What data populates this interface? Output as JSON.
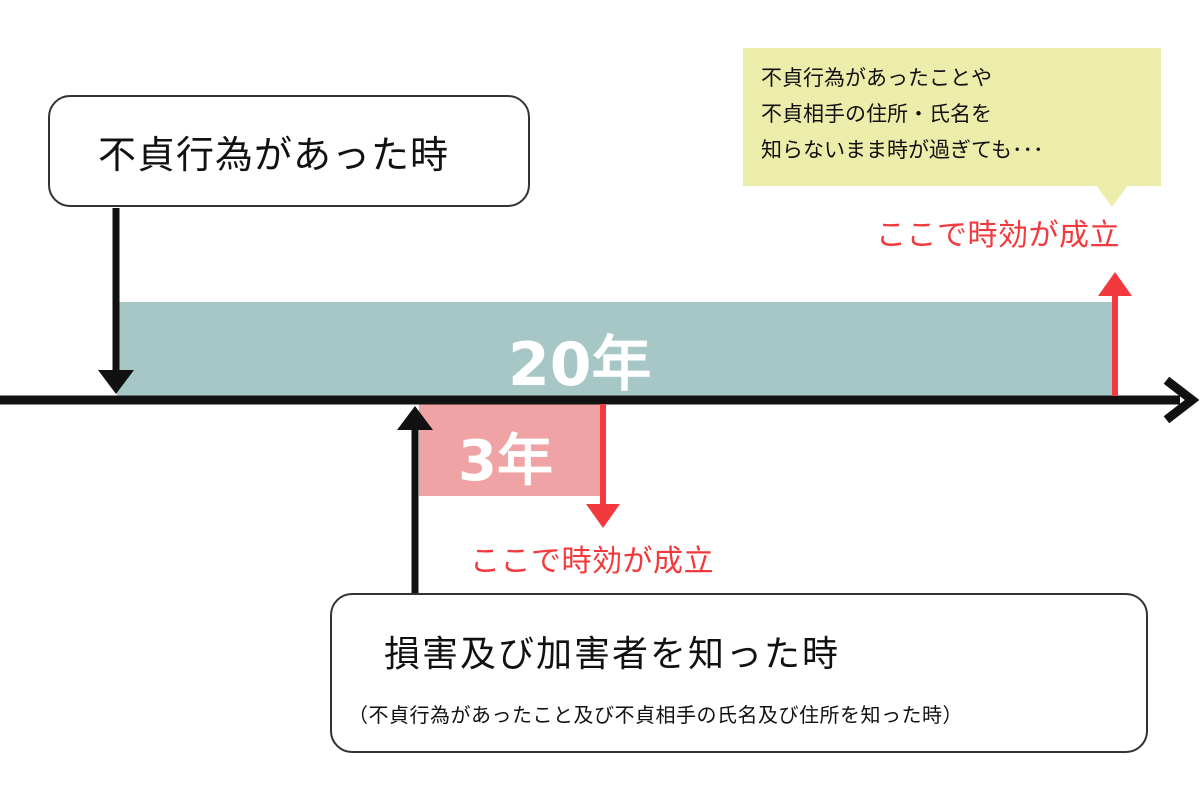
{
  "start_event": {
    "label": "不貞行為があった時"
  },
  "knowledge_event": {
    "label": "損害及び加害者を知った時",
    "detail": "（不貞行為があったこと及び不貞相手の氏名及び住所を知った時）"
  },
  "note": {
    "lines": [
      "不貞行為があったことや",
      "不貞相手の住所・氏名を",
      "知らないまま時が過ぎても･･･"
    ]
  },
  "periods": {
    "long": {
      "label": "20年",
      "result": "ここで時効が成立",
      "years": 20
    },
    "short": {
      "label": "3年",
      "result": "ここで時効が成立",
      "years": 3
    }
  },
  "colors": {
    "long_period_bar": "#a7c7c7",
    "short_period_bar": "#f0a3a4",
    "expiry_arrow": "#f23a3e",
    "note_background": "#ecedaa",
    "timeline": "#111111"
  }
}
